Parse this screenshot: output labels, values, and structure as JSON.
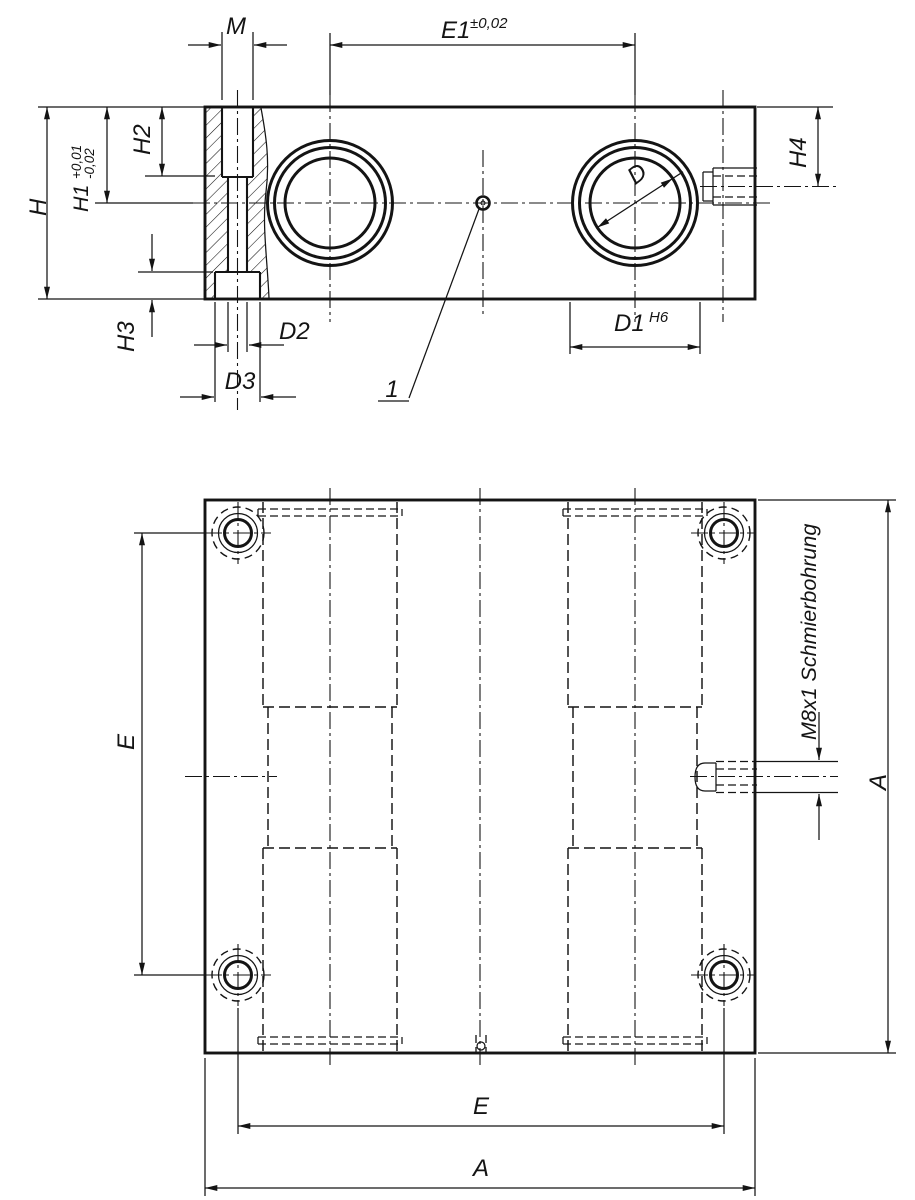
{
  "drawing": {
    "kind": "technical-drawing",
    "colors": {
      "ink": "#141414",
      "background": "#ffffff"
    },
    "front_view": {
      "labels": {
        "thread_dim": "M",
        "center_distance": "E1",
        "center_distance_tol": "±0,02",
        "height": "H",
        "bore_axis_height": "H1",
        "bore_axis_tol_plus": "+0,01",
        "bore_axis_tol_minus": "-0,02",
        "thread_depth": "H2",
        "counterbore_depth": "H3",
        "hole_dia": "D2",
        "counterbore_dia": "D3",
        "bearing_seat_dia": "D1",
        "bearing_seat_fit": "H6",
        "shaft_dia": "D",
        "lube_hole_height": "H4",
        "item_ref": "1"
      }
    },
    "plan_view": {
      "labels": {
        "hole_spacing_vertical": "E",
        "depth": "A",
        "lube_port": "M8x1 Schmierbohrung",
        "hole_spacing_horizontal": "E",
        "width": "A"
      }
    }
  }
}
